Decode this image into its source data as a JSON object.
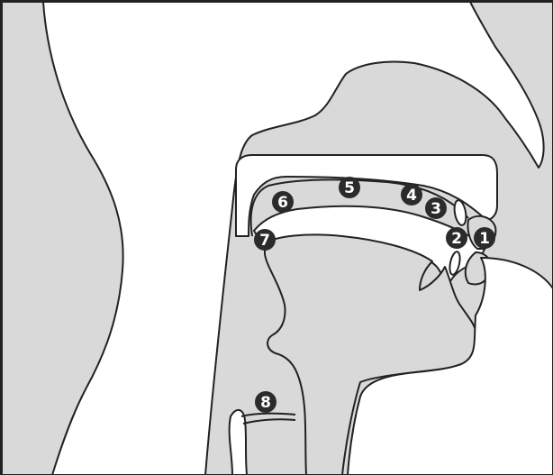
{
  "markers": [
    {
      "id": "1",
      "label": "1",
      "name": "marker-1-lips"
    },
    {
      "id": "2",
      "label": "2",
      "name": "marker-2-teeth"
    },
    {
      "id": "3",
      "label": "3",
      "name": "marker-3-alveolar-ridge"
    },
    {
      "id": "4",
      "label": "4",
      "name": "marker-4-postalveolar"
    },
    {
      "id": "5",
      "label": "5",
      "name": "marker-5-hard-palate"
    },
    {
      "id": "6",
      "label": "6",
      "name": "marker-6-soft-palate"
    },
    {
      "id": "7",
      "label": "7",
      "name": "marker-7-uvula"
    },
    {
      "id": "8",
      "label": "8",
      "name": "marker-8-glottis"
    }
  ],
  "colors": {
    "tissue": "#d9d9d9",
    "outline": "#222222",
    "badge": "#2b2b2b",
    "badge_text": "#ffffff"
  }
}
